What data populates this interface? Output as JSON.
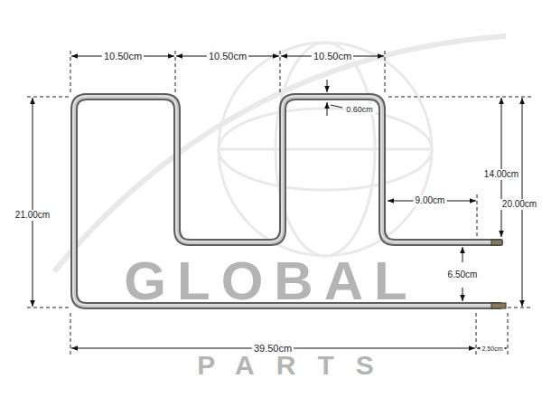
{
  "diagram": {
    "labels": [
      "10.50cm",
      "10.50cm",
      "10.50cm",
      "0.60cm",
      "21.00cm",
      "14.00cm",
      "20.00cm",
      "9.00cm",
      "6.50cm",
      "39.50cm",
      "2.50cm",
      "GLOBAL",
      "PARTS"
    ]
  }
}
